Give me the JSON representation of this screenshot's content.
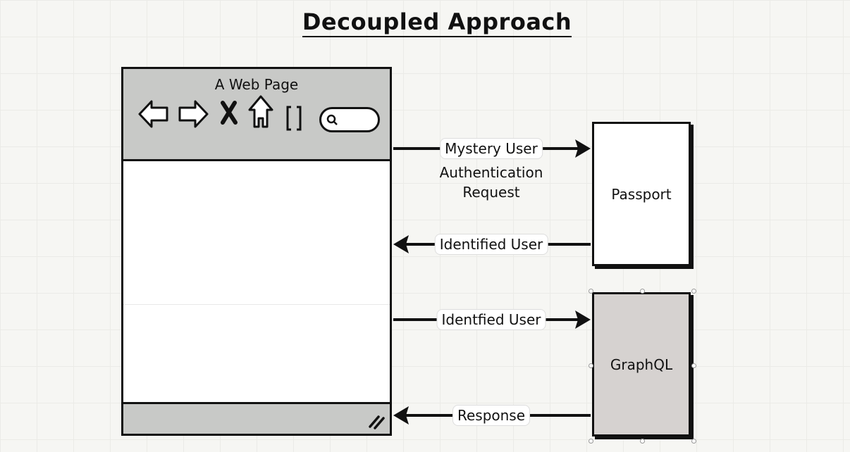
{
  "title": "Decoupled Approach",
  "browser": {
    "title": "A Web Page",
    "icons": [
      "back-arrow-icon",
      "forward-arrow-icon",
      "close-x-icon",
      "home-icon",
      "reload-icon",
      "search-icon",
      "resize-grip-icon"
    ]
  },
  "passport": {
    "label": "Passport"
  },
  "graphql": {
    "label": "GraphQL"
  },
  "arrows": [
    {
      "label": "Mystery User",
      "note_line1": "Authentication",
      "note_line2": "Request",
      "direction": "right"
    },
    {
      "label": "Identified User",
      "direction": "left"
    },
    {
      "label": "Identfied User",
      "direction": "right"
    },
    {
      "label": "Response",
      "direction": "left"
    }
  ],
  "colors": {
    "browser_chrome": "#c8c9c7",
    "graphql_fill": "#d6d2d0",
    "stroke": "#111111"
  }
}
